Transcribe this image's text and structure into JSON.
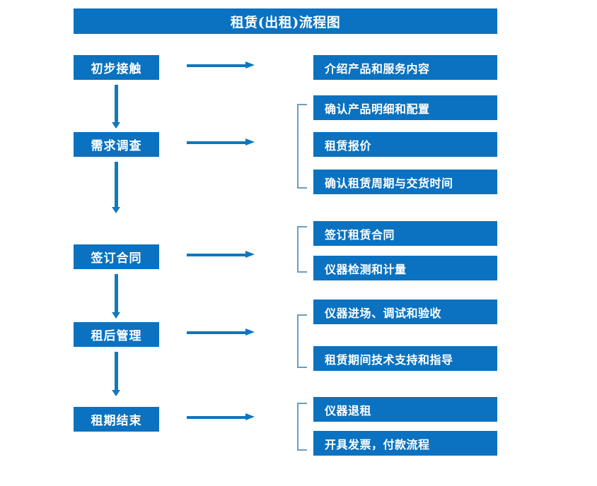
{
  "title": "租赁(出租)流程图",
  "colors": {
    "box_blue": "#0a72c0",
    "arrow_blue": "#0d76bf",
    "bracket_blue": "#6a9ec5",
    "text_white": "#ffffff",
    "background": "#ffffff"
  },
  "stages": [
    {
      "label": "初步接触",
      "items": [
        "介绍产品和服务内容"
      ]
    },
    {
      "label": "需求调查",
      "items": [
        "确认产品明细和配置",
        "租赁报价",
        "确认租赁周期与交货时间"
      ]
    },
    {
      "label": "签订合同",
      "items": [
        "签订租赁合同",
        "仪器检测和计量"
      ]
    },
    {
      "label": "租后管理",
      "items": [
        "仪器进场、调试和验收",
        "租赁期间技术支持和指导"
      ]
    },
    {
      "label": "租期结束",
      "items": [
        "仪器退租",
        "开具发票，付款流程"
      ]
    }
  ]
}
